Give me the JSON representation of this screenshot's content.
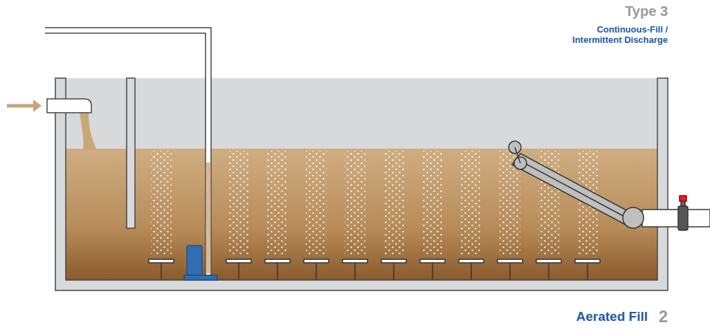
{
  "diagram": {
    "labels": [
      "Type 3",
      "Continuous-Fill / Intermittent Discharge",
      "Aerated Fill",
      "2"
    ]
  }
}
